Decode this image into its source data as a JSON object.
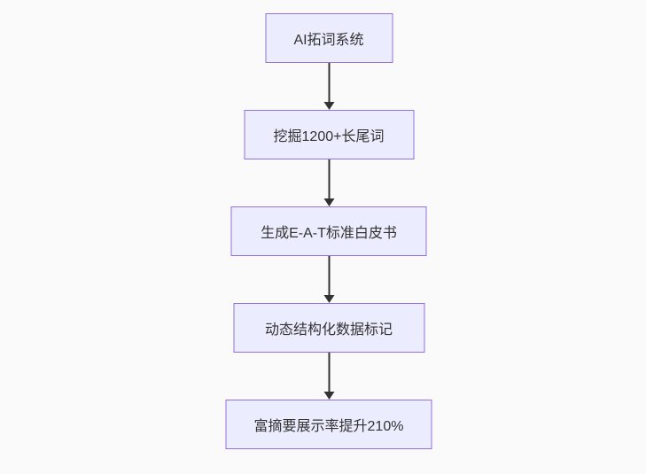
{
  "diagram": {
    "type": "flowchart",
    "direction": "top-down",
    "nodes": [
      {
        "id": "A",
        "label": "AI拓词系统"
      },
      {
        "id": "B",
        "label": "挖掘1200+长尾词"
      },
      {
        "id": "C",
        "label": "生成E-A-T标准白皮书"
      },
      {
        "id": "D",
        "label": "动态结构化数据标记"
      },
      {
        "id": "E",
        "label": "富摘要展示率提升210%"
      }
    ],
    "edges": [
      {
        "from": "A",
        "to": "B"
      },
      {
        "from": "B",
        "to": "C"
      },
      {
        "from": "C",
        "to": "D"
      },
      {
        "from": "D",
        "to": "E"
      }
    ],
    "colors": {
      "background": "#fafafa",
      "node_fill": "#ececff",
      "node_border": "#9370db",
      "text": "#333333",
      "arrow": "#333333"
    }
  }
}
